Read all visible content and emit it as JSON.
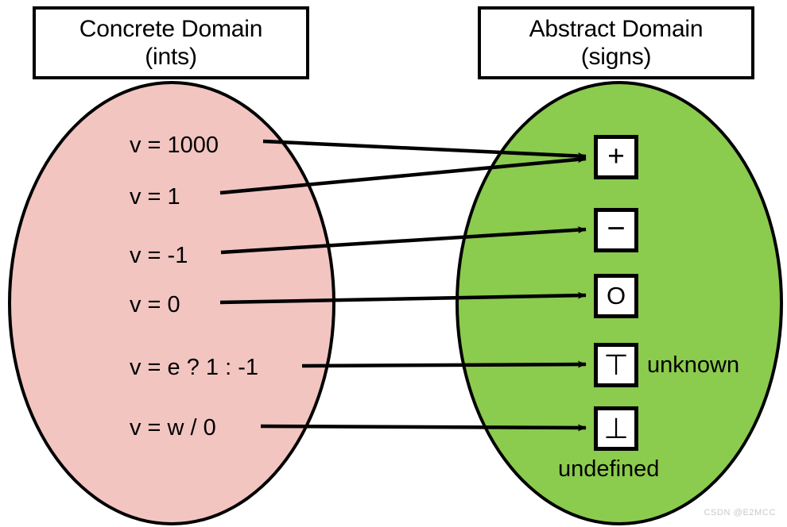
{
  "diagram": {
    "title": "Concrete Domain to Abstract Domain (signs) mapping",
    "colors": {
      "concrete_fill": "#f2c5c1",
      "abstract_fill": "#8bcb4e",
      "stroke": "#000000",
      "box_fill": "#ffffff",
      "watermark": "#c9c9c9"
    }
  },
  "concrete": {
    "header": {
      "line1": "Concrete Domain",
      "line2": "(ints)"
    },
    "values": [
      {
        "label": "v = 1000"
      },
      {
        "label": "v = 1"
      },
      {
        "label": "v = -1"
      },
      {
        "label": "v = 0"
      },
      {
        "label": "v = e ? 1 : -1"
      },
      {
        "label": "v = w / 0"
      }
    ]
  },
  "abstract": {
    "header": {
      "line1": "Abstract Domain",
      "line2": "(signs)"
    },
    "signs": [
      {
        "glyph": "+",
        "name": "positive"
      },
      {
        "glyph": "−",
        "name": "negative"
      },
      {
        "glyph": "O",
        "name": "zero"
      },
      {
        "glyph": "⊤",
        "name": "top"
      },
      {
        "glyph": "⊥",
        "name": "bottom"
      }
    ],
    "annotations": {
      "top_label": "unknown",
      "bottom_label": "undefined"
    }
  },
  "mapping": [
    {
      "from": "v = 1000",
      "to": "+"
    },
    {
      "from": "v = 1",
      "to": "+"
    },
    {
      "from": "v = -1",
      "to": "−"
    },
    {
      "from": "v = 0",
      "to": "O"
    },
    {
      "from": "v = e ? 1 : -1",
      "to": "⊤"
    },
    {
      "from": "v = w / 0",
      "to": "⊥"
    }
  ],
  "watermark": {
    "text": "CSDN @E2MCC"
  }
}
